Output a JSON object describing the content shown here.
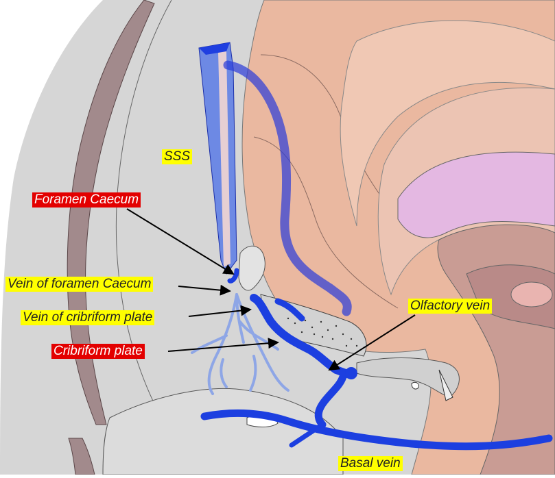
{
  "labels": {
    "sss": "SSS",
    "foramen_caecum": "Foramen Caecum",
    "vein_of_foramen_caecum": "Vein of foramen Caecum",
    "vein_of_cribriform_plate": "Vein of cribriform plate",
    "cribriform_plate": "Cribriform plate",
    "olfactory_vein": "Olfactory vein",
    "basal_vein": "Basal vein"
  },
  "colors": {
    "background_tissue": "#d8d8d8",
    "skull_bone": "#9e8789",
    "brain_cortex": "#e8b49c",
    "brain_deep": "#d7a08d",
    "ventricle": "#e3b6e0",
    "vein": "#1c3fe0",
    "vein_light": "#7a96e8",
    "label_yellow": "#ffff00",
    "label_red": "#e30000"
  }
}
